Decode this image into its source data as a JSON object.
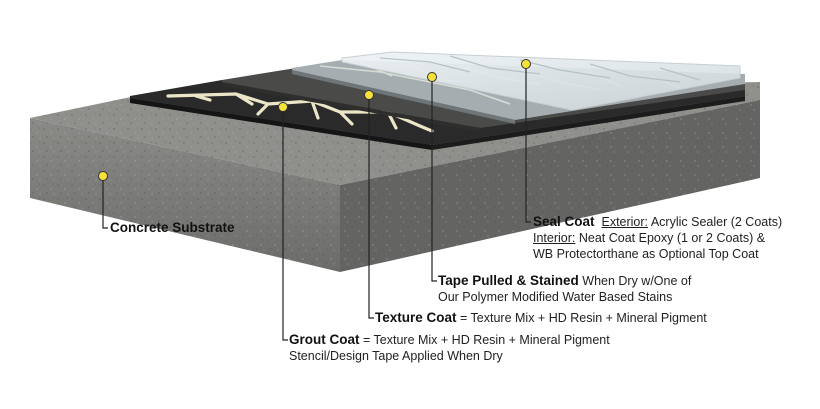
{
  "labels": {
    "concrete": {
      "title": "Concrete Substrate"
    },
    "seal": {
      "title": "Seal Coat",
      "exterior_label": "Exterior:",
      "exterior_text": "Acrylic Sealer (2 Coats)",
      "interior_label": "Interior:",
      "interior_text": "Neat Coat Epoxy (1 or 2 Coats) &",
      "line3": "WB Protectorthane as Optional Top Coat"
    },
    "tape": {
      "title": "Tape Pulled & Stained",
      "text1": "When Dry w/One of",
      "line2": "Our Polymer Modified Water Based Stains"
    },
    "texture": {
      "title": "Texture Coat",
      "text": "= Texture Mix + HD Resin + Mineral Pigment"
    },
    "grout": {
      "title": "Grout Coat",
      "text": "= Texture Mix + HD Resin + Mineral Pigment",
      "line2": "Stencil/Design Tape Applied When Dry"
    }
  },
  "colors": {
    "concrete_top": "#8e8e8c",
    "concrete_front": "#7a7a78",
    "concrete_side": "#5f5f5d",
    "black_layer": "#262626",
    "grout_lines": "#ece6c8",
    "stone": "#a9b0b3",
    "marker": "#f5e23a",
    "leader": "#222222"
  }
}
